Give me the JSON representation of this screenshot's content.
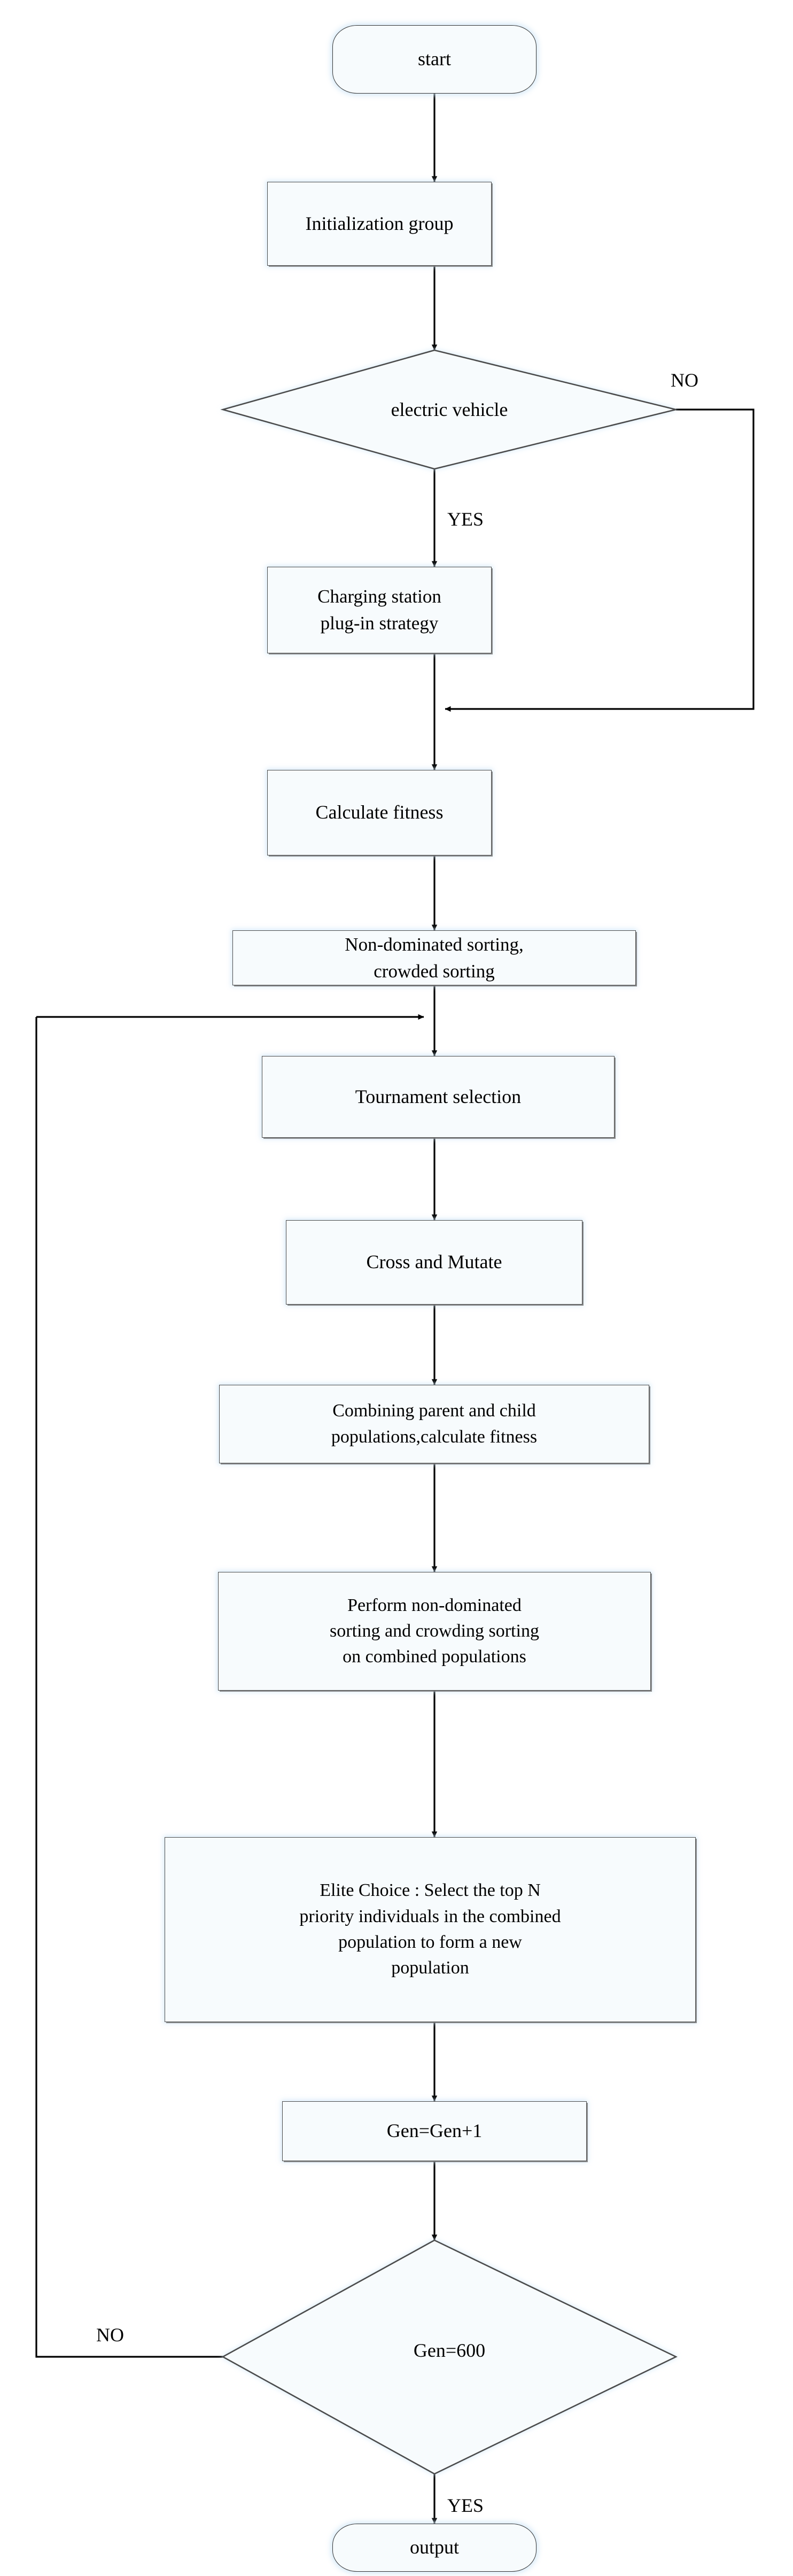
{
  "diagram": {
    "title": "NSGA-II optimization flowchart",
    "type": "flowchart",
    "colors": {
      "node_fill": "#f7fbfd",
      "node_border": "#4b4b4b",
      "line": "#000000",
      "glow": "#cde4f6"
    },
    "nodes": [
      {
        "id": "start",
        "shape": "terminator",
        "label": "start"
      },
      {
        "id": "init",
        "shape": "process",
        "label": "Initialization group"
      },
      {
        "id": "ev",
        "shape": "decision",
        "label": "electric vehicle"
      },
      {
        "id": "charge",
        "shape": "process",
        "label": "Charging station\nplug-in strategy"
      },
      {
        "id": "fitness",
        "shape": "process",
        "label": "Calculate fitness"
      },
      {
        "id": "nds",
        "shape": "process",
        "label": "Non-dominated sorting,\ncrowded sorting"
      },
      {
        "id": "tournament",
        "shape": "process",
        "label": "Tournament selection"
      },
      {
        "id": "crossmut",
        "shape": "process",
        "label": "Cross and Mutate"
      },
      {
        "id": "combine",
        "shape": "process",
        "label": "Combining parent and child\npopulations,calculate fitness"
      },
      {
        "id": "sortcomb",
        "shape": "process",
        "label": "Perform non-dominated\nsorting and crowding sorting\non combined populations"
      },
      {
        "id": "elite",
        "shape": "process",
        "label": "Elite Choice : Select the top N\npriority individuals in the combined\npopulation to form a new\npopulation"
      },
      {
        "id": "geninc",
        "shape": "process",
        "label": "Gen=Gen+1"
      },
      {
        "id": "gencheck",
        "shape": "decision",
        "label": "Gen=600"
      },
      {
        "id": "output",
        "shape": "terminator",
        "label": "output"
      }
    ],
    "edge_labels": {
      "ev_no": "NO",
      "ev_yes": "YES",
      "gen_no": "NO",
      "gen_yes": "YES"
    },
    "node_labels": {
      "start": "start",
      "init": "Initialization group",
      "ev": "electric vehicle",
      "charge_line1": "Charging station",
      "charge_line2": "plug-in strategy",
      "fitness": "Calculate fitness",
      "nds_line1": "Non-dominated sorting,",
      "nds_line2": "crowded sorting",
      "tournament": "Tournament selection",
      "crossmut": "Cross and Mutate",
      "combine_line1": "Combining parent and child",
      "combine_line2": "populations,calculate fitness",
      "sortcomb_line1": "Perform non-dominated",
      "sortcomb_line2": "sorting and crowding sorting",
      "sortcomb_line3": "on combined populations",
      "elite_line1": "Elite Choice : Select the top N",
      "elite_line2": "priority individuals in the combined",
      "elite_line3": "population to form a new",
      "elite_line4": "population",
      "geninc": "Gen=Gen+1",
      "gencheck": "Gen=600",
      "output": "output"
    }
  }
}
